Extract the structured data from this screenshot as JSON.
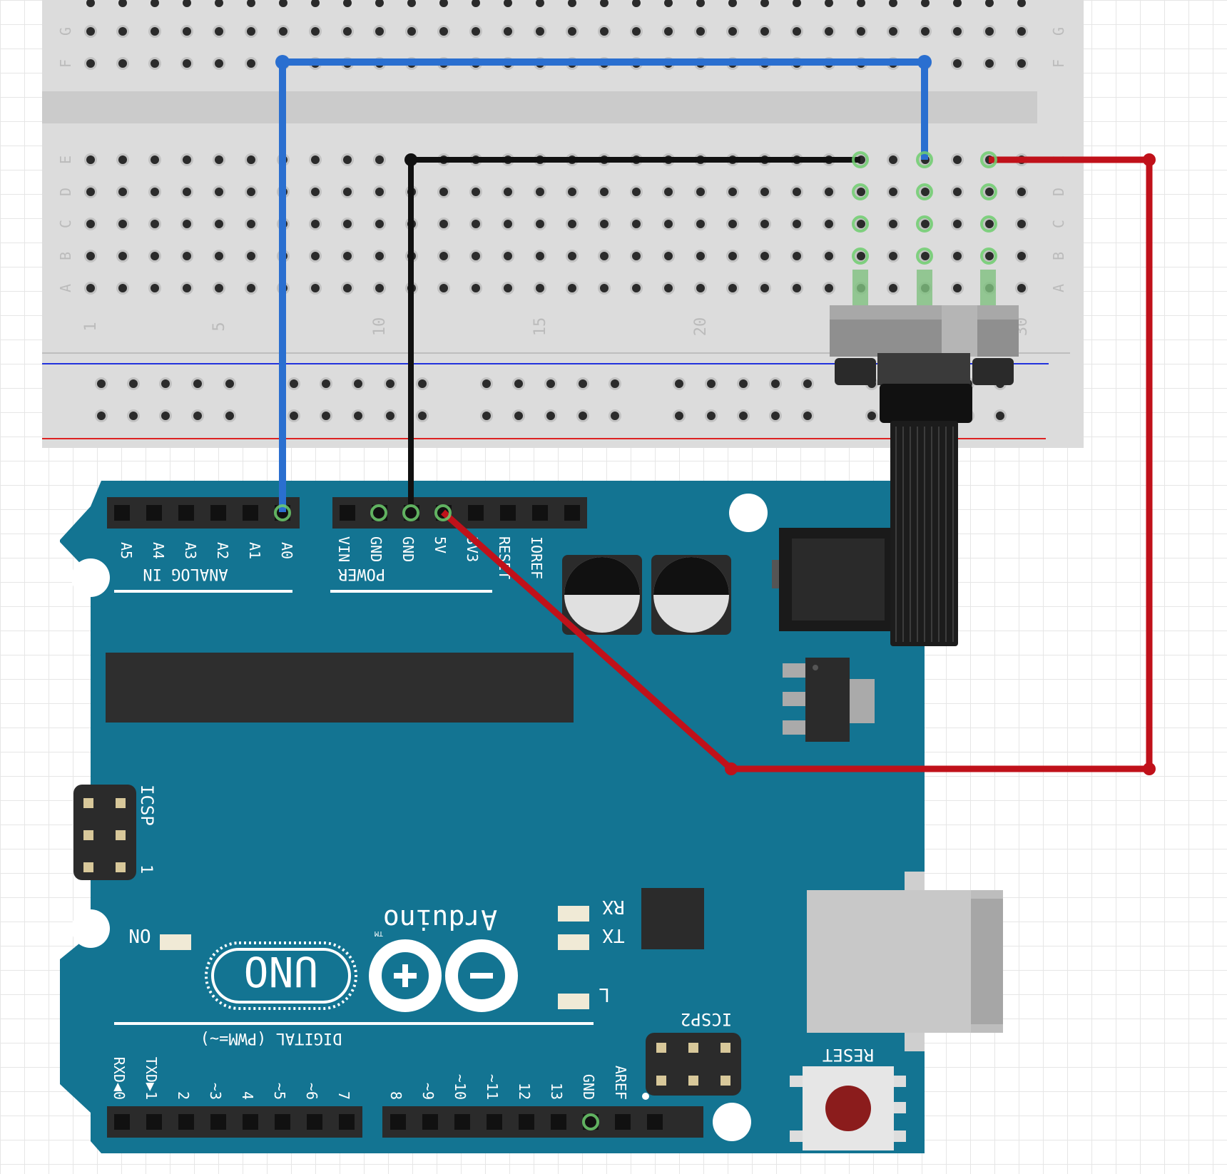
{
  "colors": {
    "breadboard": "#dcdcdc",
    "breadboard_channel": "#cbcbcb",
    "hole": "#2b2b2b",
    "rail_blue": "#2233dd",
    "rail_red": "#dd2222",
    "board": "#137492",
    "board_text": "#ffffff",
    "wire_blue": "#2a6fd0",
    "wire_black": "#111111",
    "wire_red": "#c0111a",
    "connected_pin": "#6fce6f"
  },
  "breadboard": {
    "row_letters_left": [
      "G",
      "F",
      "E",
      "D",
      "C",
      "B",
      "A"
    ],
    "row_letters_right": [
      "G",
      "F",
      "E",
      "D",
      "C",
      "B",
      "A"
    ],
    "column_numbers": [
      "1",
      "5",
      "10",
      "15",
      "20",
      "30"
    ]
  },
  "arduino": {
    "analog_pins": [
      "A5",
      "A4",
      "A3",
      "A2",
      "A1",
      "A0"
    ],
    "analog_label": "ANALOG IN",
    "power_pins": [
      "VIN",
      "GND",
      "GND",
      "5V",
      "3V3",
      "RESET",
      "IOREF"
    ],
    "power_label": "POWER",
    "digital_pins_low": [
      "RXD◀0",
      "TXD▶1",
      "2",
      "~3",
      "4",
      "~5",
      "~6",
      "7"
    ],
    "digital_pins_high": [
      "8",
      "~9",
      "~10",
      "~11",
      "12",
      "13",
      "GND",
      "AREF"
    ],
    "digital_label": "DIGITAL (PWM=~)",
    "icsp_label": "ICSP",
    "icsp_pin1": "1",
    "icsp2_label": "ICSP2",
    "logo_text": "UNO",
    "brand": "Arduino",
    "trademark": "TM",
    "led_on": "ON",
    "led_rx": "RX",
    "led_tx": "TX",
    "led_l": "L",
    "reset_label": "RESET"
  },
  "icons": [
    "arduino-infinity-logo",
    "potentiometer",
    "usb-connector",
    "power-jack",
    "capacitor",
    "voltage-regulator"
  ]
}
